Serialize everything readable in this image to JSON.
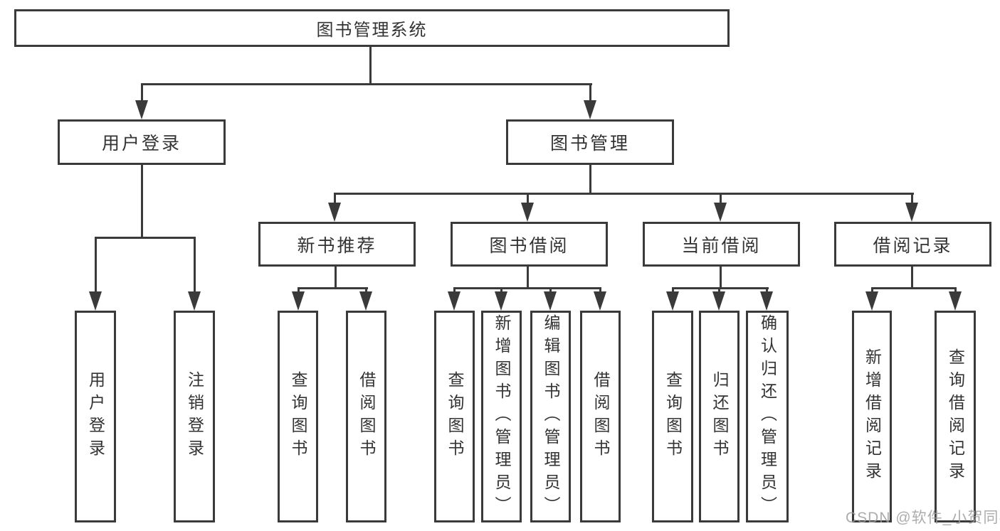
{
  "root": {
    "label": "图书管理系统"
  },
  "branches": {
    "user_login": {
      "label": "用户登录",
      "children": [
        {
          "label": "用户登录"
        },
        {
          "label": "注销登录"
        }
      ]
    },
    "book_management": {
      "label": "图书管理",
      "children": [
        {
          "label": "新书推荐",
          "children": [
            {
              "label": "查询图书"
            },
            {
              "label": "借阅图书"
            }
          ]
        },
        {
          "label": "图书借阅",
          "children": [
            {
              "label": "查询图书"
            },
            {
              "label": "新增图书（管理员）"
            },
            {
              "label": "编辑图书（管理员）"
            },
            {
              "label": "借阅图书"
            }
          ]
        },
        {
          "label": "当前借阅",
          "children": [
            {
              "label": "查询图书"
            },
            {
              "label": "归还图书"
            },
            {
              "label": "确认归还（管理员）"
            }
          ]
        },
        {
          "label": "借阅记录",
          "children": [
            {
              "label": "新增借阅记录"
            },
            {
              "label": "查询借阅记录"
            }
          ]
        }
      ]
    }
  },
  "watermark": "CSDN @软件_小贺同学",
  "colors": {
    "line": "#3a3a3a",
    "text": "#333333",
    "background": "#ffffff",
    "watermark": "#9e9e9e"
  }
}
